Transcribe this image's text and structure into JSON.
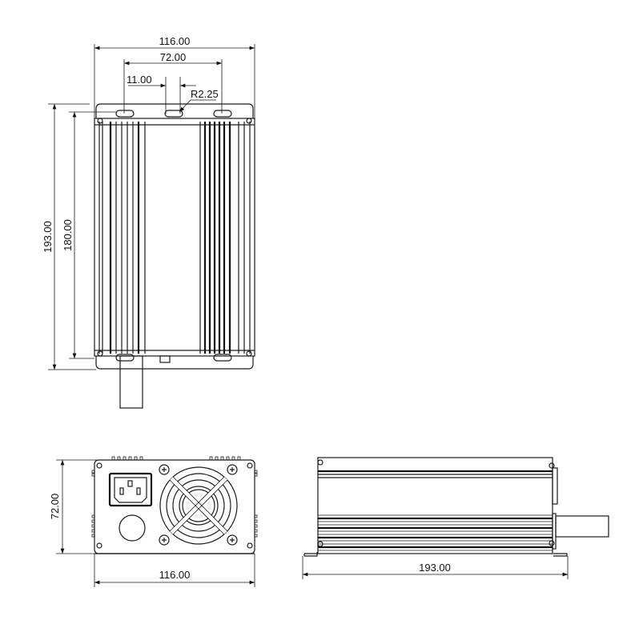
{
  "drawing": {
    "top_view": {
      "width_overall": "116.00",
      "slot_spacing": "72.00",
      "slot_offset": "11.00",
      "slot_radius": "R2.25",
      "length_overall": "193.00",
      "length_body": "180.00"
    },
    "front_view": {
      "height": "72.00",
      "width": "116.00"
    },
    "side_view": {
      "length": "193.00"
    },
    "colors": {
      "line": "#1a1a1a",
      "background": "#ffffff"
    }
  }
}
